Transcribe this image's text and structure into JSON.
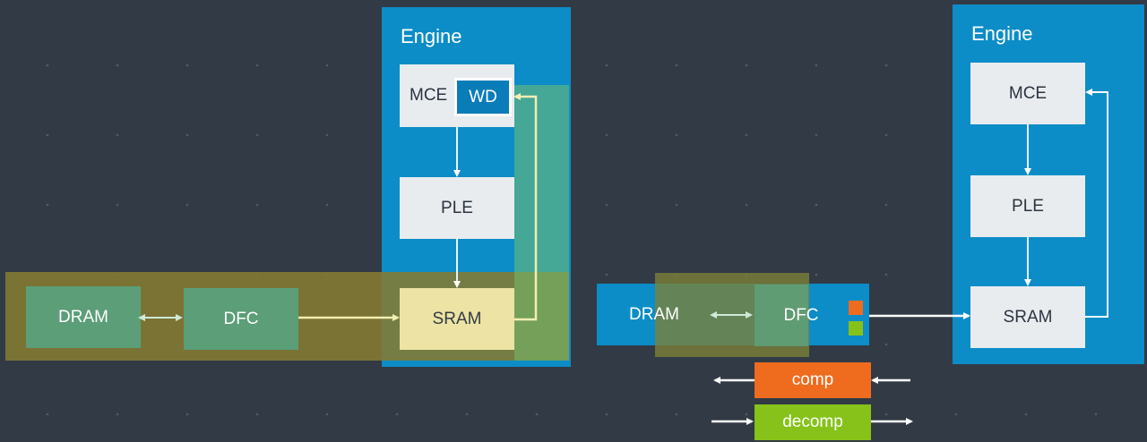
{
  "left_diagram": {
    "engine_title": "Engine",
    "mce_label": "MCE",
    "wd_label": "WD",
    "ple_label": "PLE",
    "sram_label": "SRAM",
    "dram_label": "DRAM",
    "dfc_label": "DFC"
  },
  "right_diagram": {
    "engine_title": "Engine",
    "mce_label": "MCE",
    "ple_label": "PLE",
    "sram_label": "SRAM",
    "dram_label": "DRAM",
    "dfc_label": "DFC",
    "comp_label": "comp",
    "decomp_label": "decomp"
  },
  "colors": {
    "background": "#323a45",
    "engine_blue": "#0c8dc7",
    "box_gray": "#e9ecef",
    "comp_orange": "#ef6c1e",
    "decomp_green": "#86c21a"
  }
}
